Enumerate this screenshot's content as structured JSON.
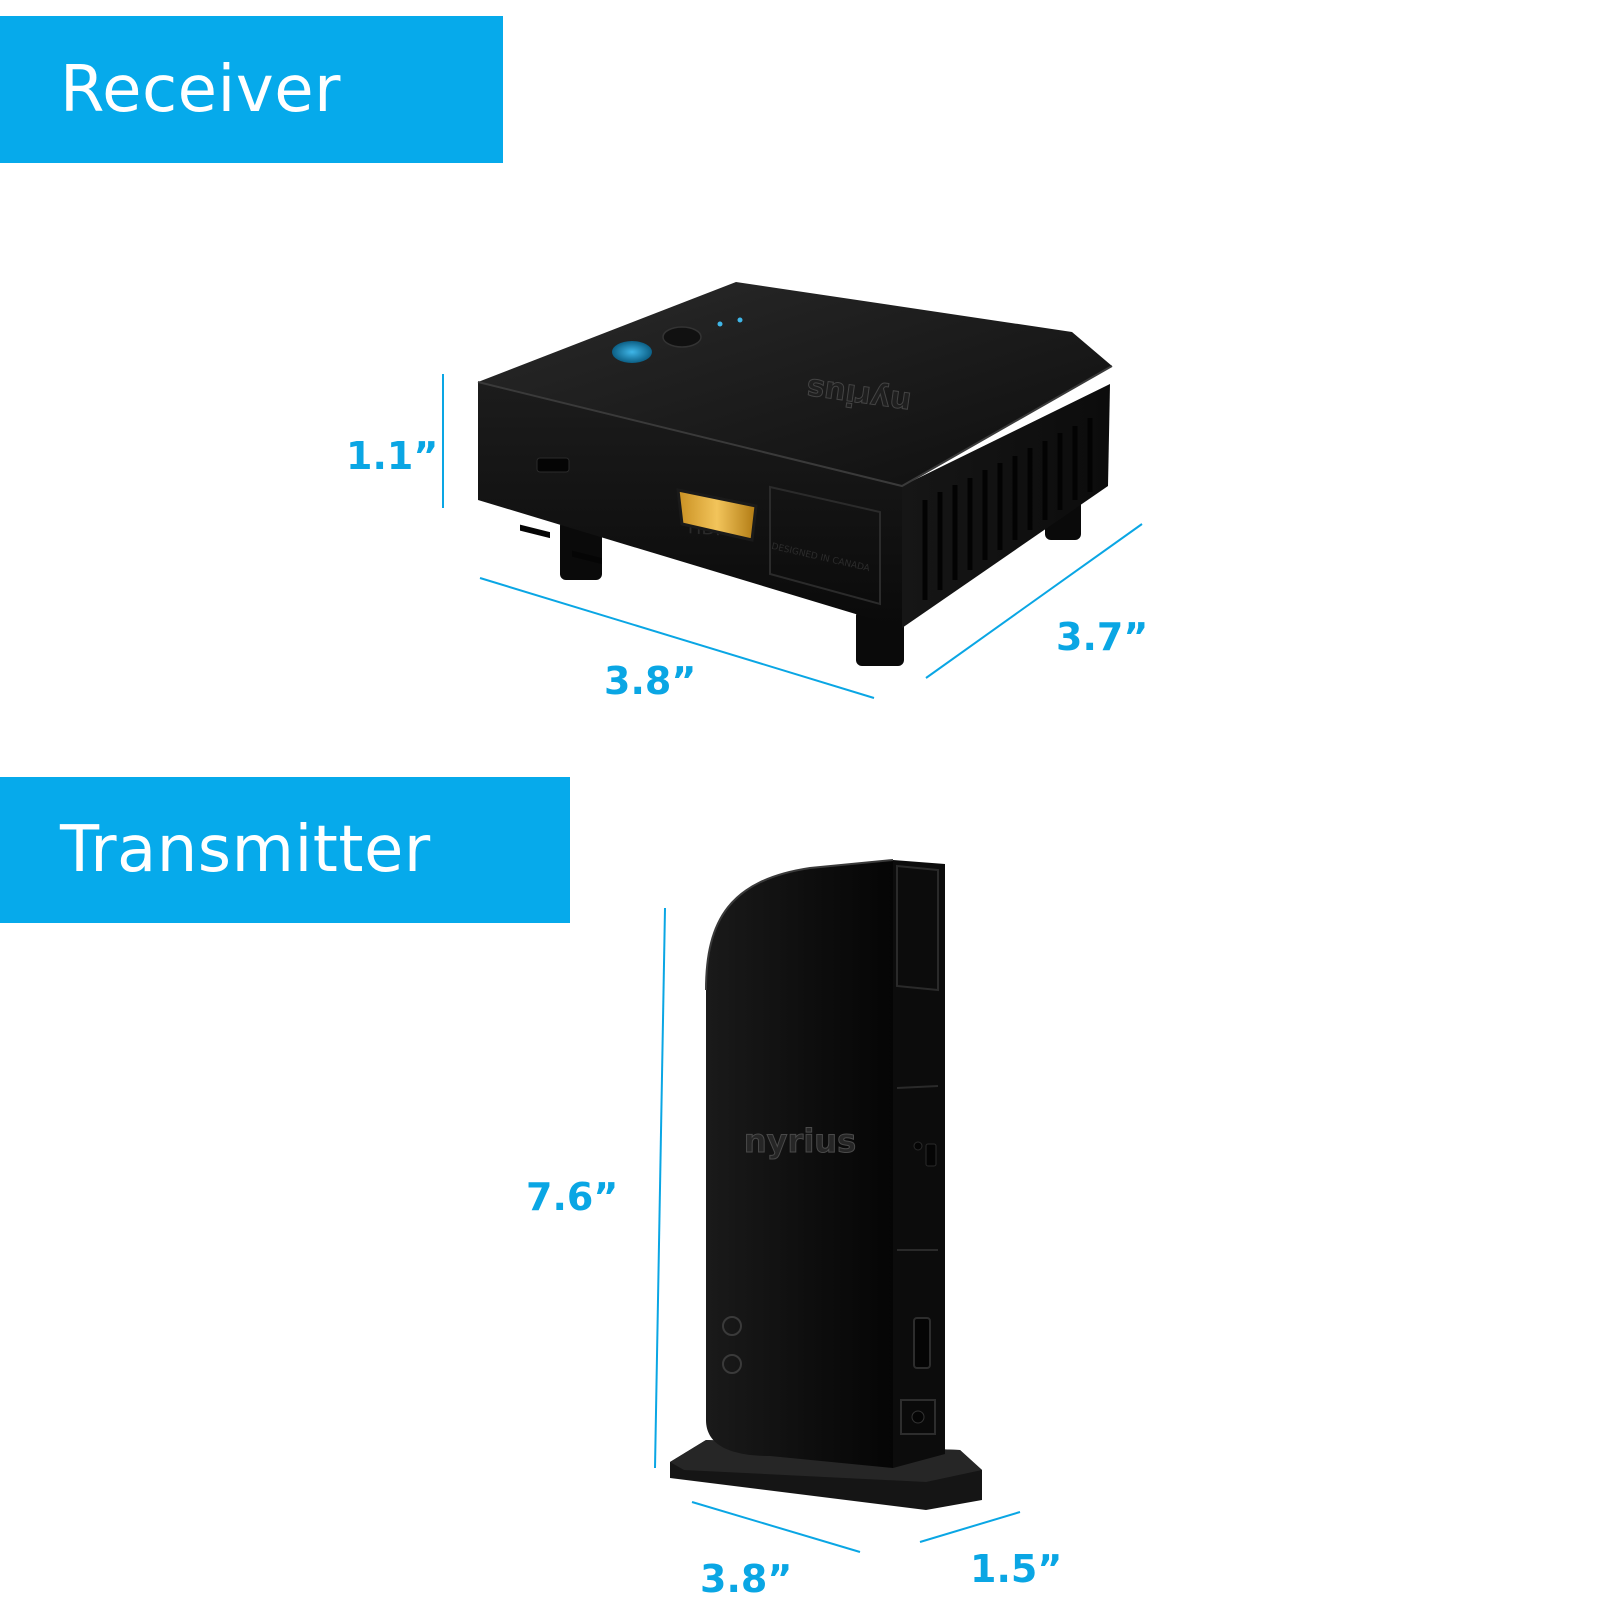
{
  "receiver": {
    "title": "Receiver",
    "brand_logo": "nyrius",
    "port_label": "HDMI",
    "label_text": "DESIGNED IN CANADA",
    "dimensions": {
      "height": "1.1”",
      "width": "3.8”",
      "depth": "3.7”"
    }
  },
  "transmitter": {
    "title": "Transmitter",
    "brand_logo": "nyrius",
    "dimensions": {
      "height": "7.6”",
      "width": "3.8”",
      "depth": "1.5”"
    }
  },
  "colors": {
    "accent": "#06aaeb",
    "dimension_text": "#0aa6e4",
    "device_body": "#141414"
  }
}
